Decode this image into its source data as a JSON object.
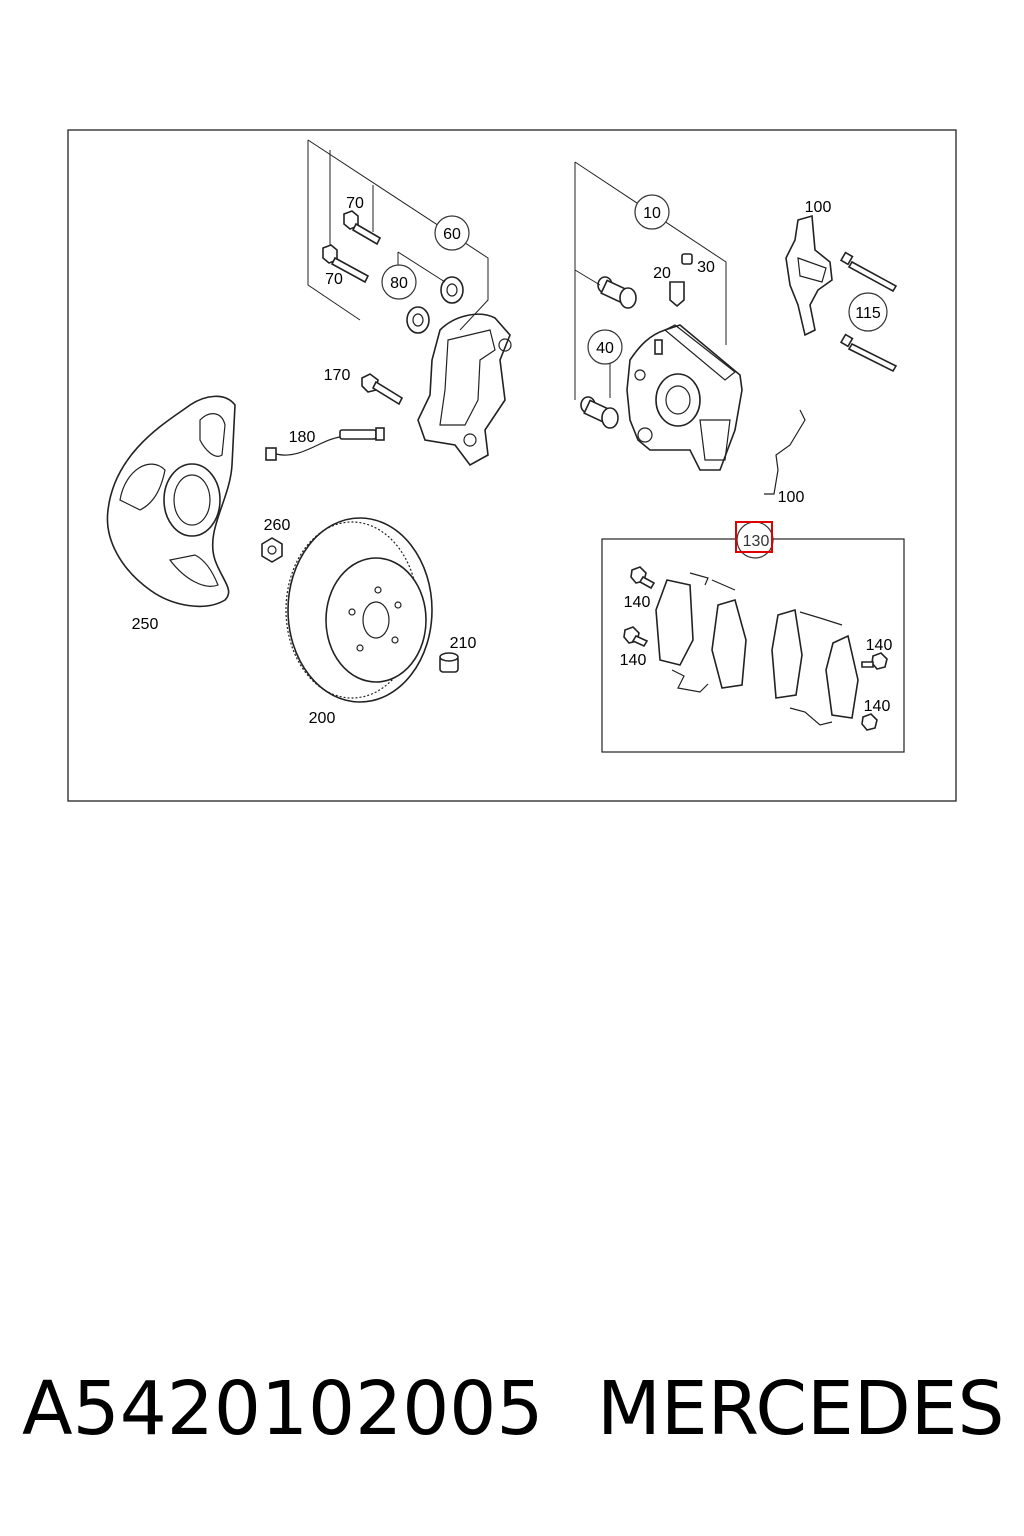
{
  "diagram": {
    "callouts": {
      "p10": "10",
      "p20": "20",
      "p30": "30",
      "p40": "40",
      "p60": "60",
      "p70a": "70",
      "p70b": "70",
      "p80": "80",
      "p100a": "100",
      "p100b": "100",
      "p115": "115",
      "p130": "130",
      "p140a": "140",
      "p140b": "140",
      "p140c": "140",
      "p140d": "140",
      "p170": "170",
      "p180": "180",
      "p200": "200",
      "p210": "210",
      "p250": "250",
      "p260": "260"
    },
    "highlight_color": "#e00000"
  },
  "footer": {
    "part_number": "A5420102005",
    "brand": "MERCEDES"
  }
}
